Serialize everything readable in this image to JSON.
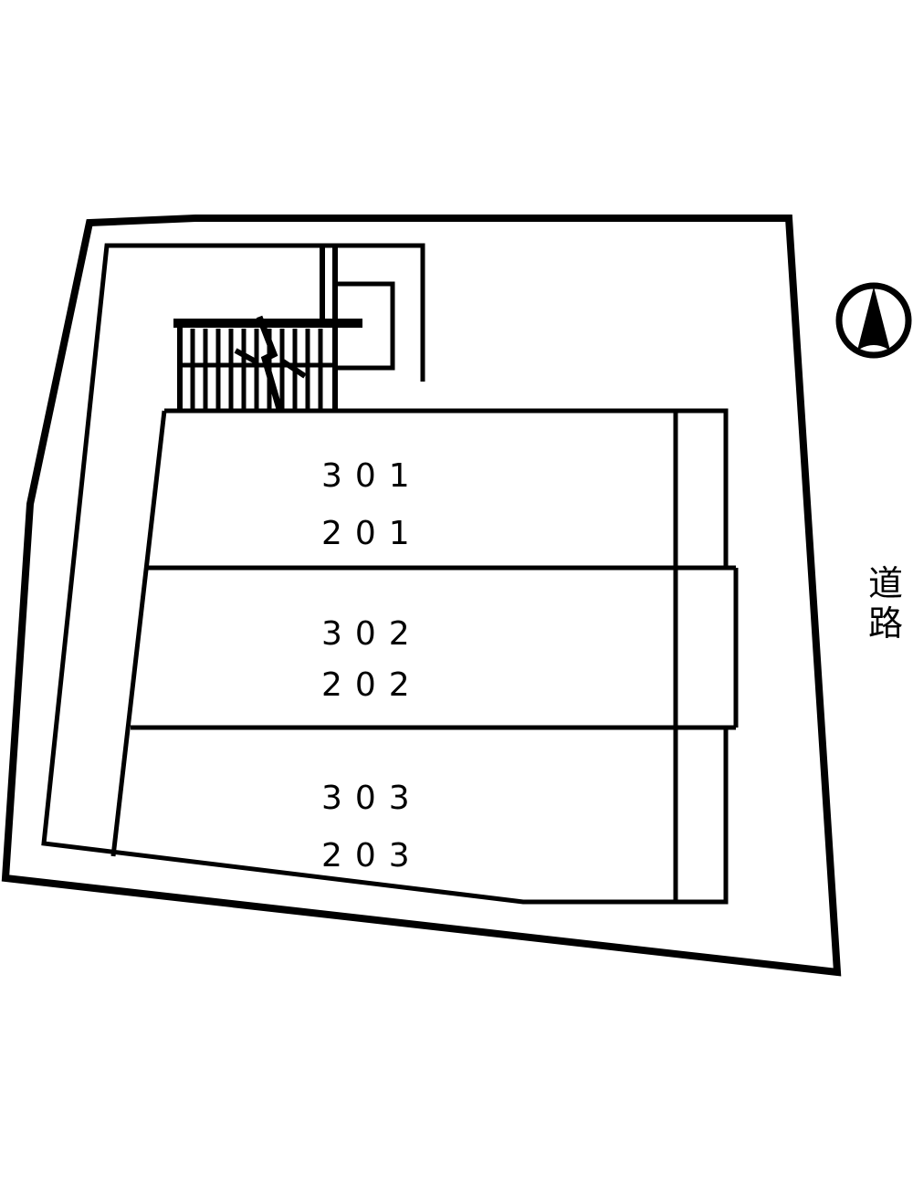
{
  "diagram": {
    "type": "site-layout-plan",
    "line_color": "#000000",
    "background": "#ffffff",
    "units": [
      {
        "upper": "301",
        "lower": "201"
      },
      {
        "upper": "302",
        "lower": "202"
      },
      {
        "upper": "303",
        "lower": "203"
      }
    ],
    "road_label": [
      "道",
      "路"
    ],
    "compass": {
      "icon": "north-arrow-icon",
      "direction": "N"
    }
  }
}
